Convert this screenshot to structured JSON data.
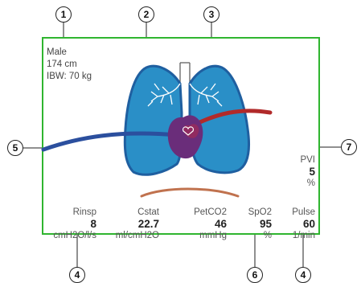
{
  "patient": {
    "gender": "Male",
    "height": "174 cm",
    "ibw": "IBW: 70 kg"
  },
  "callouts": [
    "1",
    "2",
    "3",
    "4",
    "5",
    "6",
    "7",
    "4"
  ],
  "pvi": {
    "label": "PVI",
    "value": "5",
    "unit": "%"
  },
  "params": [
    {
      "label": "Rinsp",
      "value": "8",
      "unit": "cmH2O/l/s"
    },
    {
      "label": "Cstat",
      "value": "22.7",
      "unit": "ml/cmH2O"
    },
    {
      "label": "PetCO2",
      "value": "46",
      "unit": "mmHg"
    },
    {
      "label": "SpO2",
      "value": "95",
      "unit": "%"
    },
    {
      "label": "Pulse",
      "value": "60",
      "unit": "1/min"
    }
  ],
  "colors": {
    "frame": "#2fb52f",
    "lung": "#2a8fc7",
    "lung_outline": "#1f5fa0",
    "vessel_blue": "#2b4f9e",
    "vessel_red": "#b12a2a",
    "heart": "#6a2d7a",
    "diaphragm": "#c0724e"
  }
}
